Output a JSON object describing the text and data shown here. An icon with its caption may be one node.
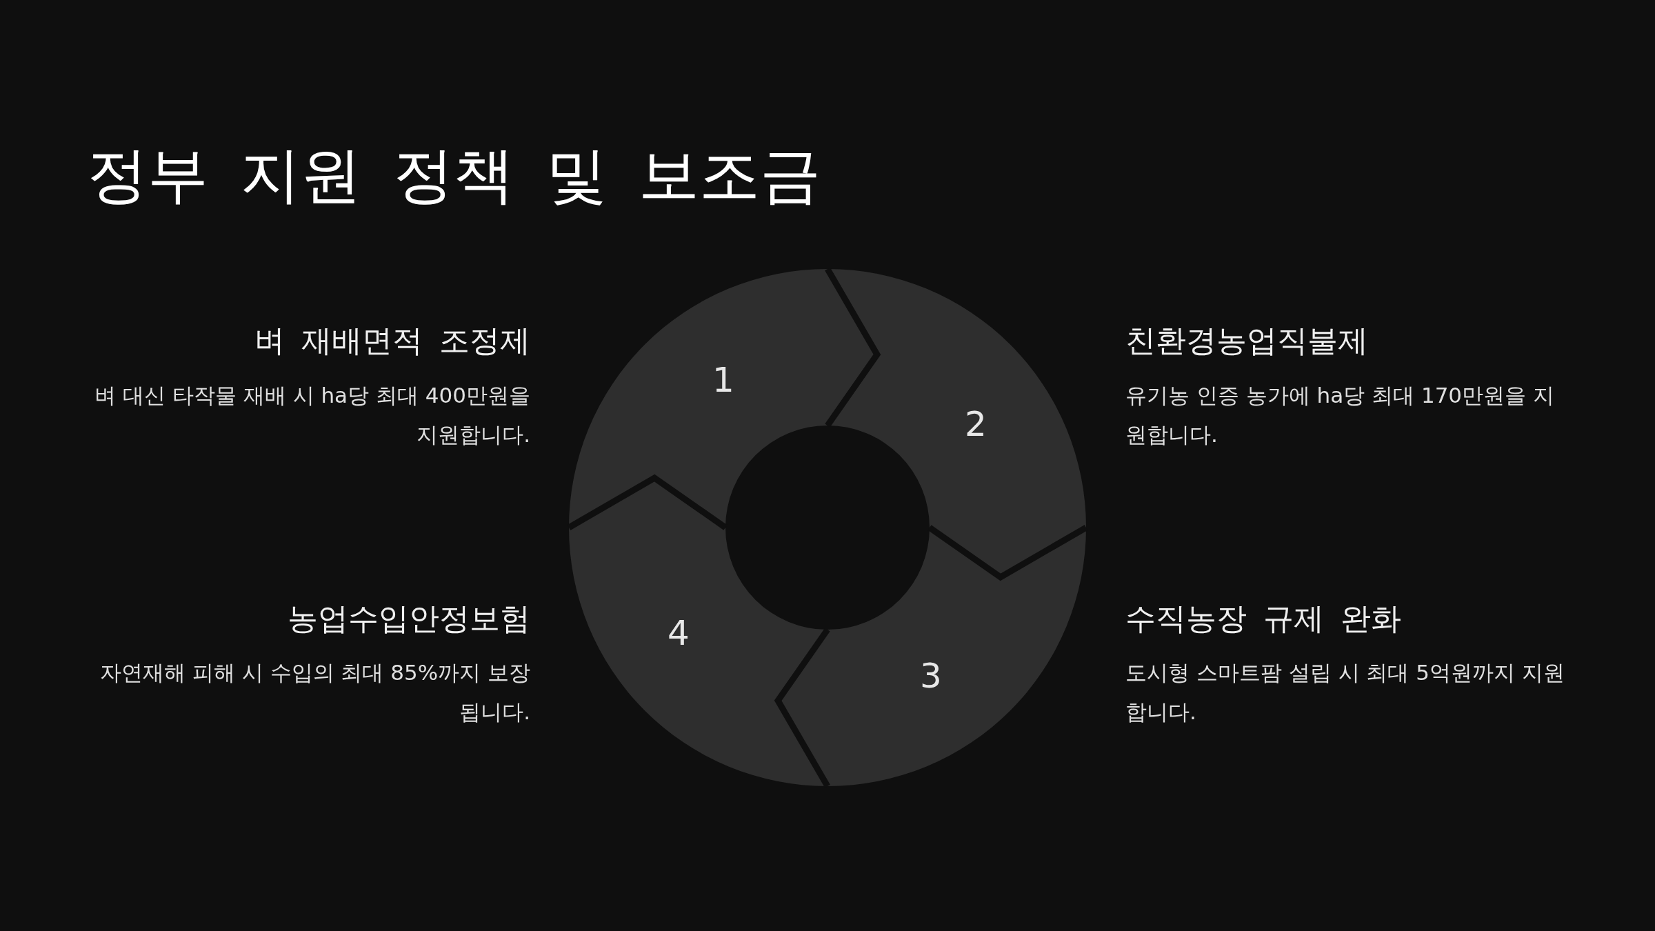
{
  "diagram": {
    "title": "정부 지원 정책 및 보조금",
    "nodes": [
      {
        "text": [
          "1"
        ],
        "beside": [
          "벼 재배면적 조정제",
          "벼 대신 타작물 재배 시 ha당 최대 400만원을 지원합니다."
        ]
      },
      {
        "text": [
          "2"
        ],
        "beside": [
          "친환경농업직불제",
          "유기농 인증 농가에 ha당 최대 170만원을 지원합니다."
        ]
      },
      {
        "text": [
          "3"
        ],
        "beside": [
          "수직농장 규제 완화",
          "도시형 스마트팜 설립 시 최대 5억원까지 지원합니다."
        ]
      },
      {
        "text": [
          "4"
        ],
        "beside": [
          "농업수입안정보험",
          "자연재해 피해 시 수입의 최대 85%까지 보장됩니다."
        ]
      }
    ]
  }
}
